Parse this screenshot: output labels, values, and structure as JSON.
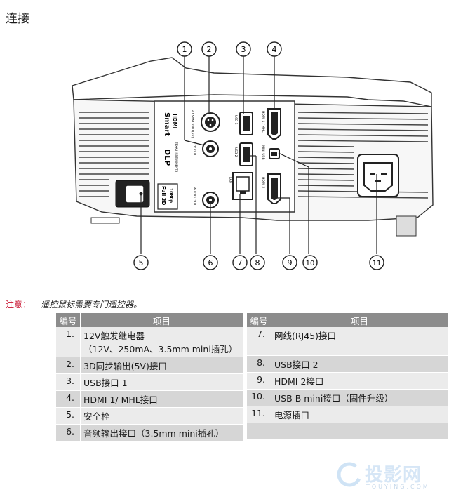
{
  "page": {
    "title": "连接"
  },
  "callouts": [
    "1",
    "2",
    "3",
    "4",
    "5",
    "6",
    "7",
    "8",
    "9",
    "10",
    "11"
  ],
  "panel_labels": {
    "smart": "Smart",
    "hdmi_logo": "HDMI",
    "dlp": "DLP",
    "ti": "TEXAS INSTRUMENTS",
    "full3d_a": "Full 3D",
    "full3d_b": "1080p",
    "out12v": "12V OUT",
    "sync3d": "3D SYNC OUT(5V)",
    "usb1": "USB 1",
    "hdmi1": "HDMI 1 / MHL",
    "usb2": "USB 2",
    "miniusb": "MINI USB",
    "lan": "LAN",
    "hdmi2": "HDMI 2",
    "audio": "AUDIO OUT"
  },
  "note": {
    "label": "注意：",
    "text": "遥控鼠标需要专门遥控器。"
  },
  "table": {
    "headers": [
      "编号",
      "项目"
    ],
    "left": [
      {
        "num": "1.",
        "lines": [
          "12V触发继电器",
          "（12V、250mA、3.5mm mini插孔）"
        ]
      },
      {
        "num": "2.",
        "lines": [
          "3D同步输出(5V)接口"
        ]
      },
      {
        "num": "3.",
        "lines": [
          "USB接口 1"
        ]
      },
      {
        "num": "4.",
        "lines": [
          "HDMI 1/ MHL接口"
        ]
      },
      {
        "num": "5.",
        "lines": [
          "安全栓"
        ]
      },
      {
        "num": "6.",
        "lines": [
          "音频输出接口（3.5mm mini插孔）"
        ]
      }
    ],
    "right": [
      {
        "num": "7.",
        "lines": [
          "网线(RJ45)接口"
        ]
      },
      {
        "num": "8.",
        "lines": [
          "USB接口 2"
        ]
      },
      {
        "num": "9.",
        "lines": [
          "HDMI 2接口"
        ]
      },
      {
        "num": "10.",
        "lines": [
          "USB-B mini接口（固件升级）"
        ]
      },
      {
        "num": "11.",
        "lines": [
          "电源插口"
        ]
      },
      {
        "num": "",
        "lines": [
          ""
        ]
      }
    ]
  },
  "watermark": {
    "text": "投影网",
    "sub": "TOUYING.COM"
  }
}
